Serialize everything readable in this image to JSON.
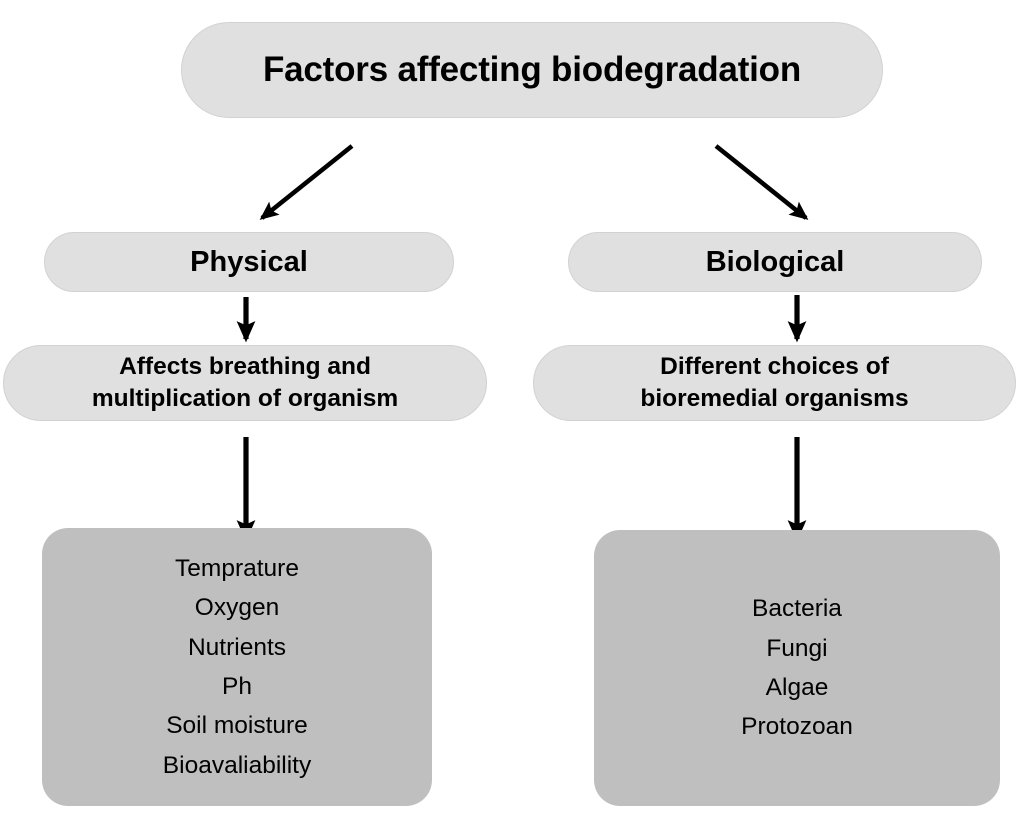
{
  "diagram": {
    "title_node": {
      "label": "Factors affecting biodegradation"
    },
    "branches": [
      {
        "category": "Physical",
        "description_lines": [
          "Affects breathing and",
          "multiplication of organism"
        ],
        "items": [
          "Temprature",
          "Oxygen",
          "Nutrients",
          "Ph",
          "Soil moisture",
          "Bioavaliability"
        ]
      },
      {
        "category": "Biological",
        "description_lines": [
          "Different choices of",
          "bioremedial organisms"
        ],
        "items": [
          "Bacteria",
          "Fungi",
          "Algae",
          "Protozoan"
        ]
      }
    ],
    "colors": {
      "node_fill": "#e0e0e0",
      "node_border": "#d2d2d2",
      "list_fill": "#bfbfbf",
      "text": "#000000",
      "arrow": "#000000",
      "background": "#ffffff"
    }
  }
}
